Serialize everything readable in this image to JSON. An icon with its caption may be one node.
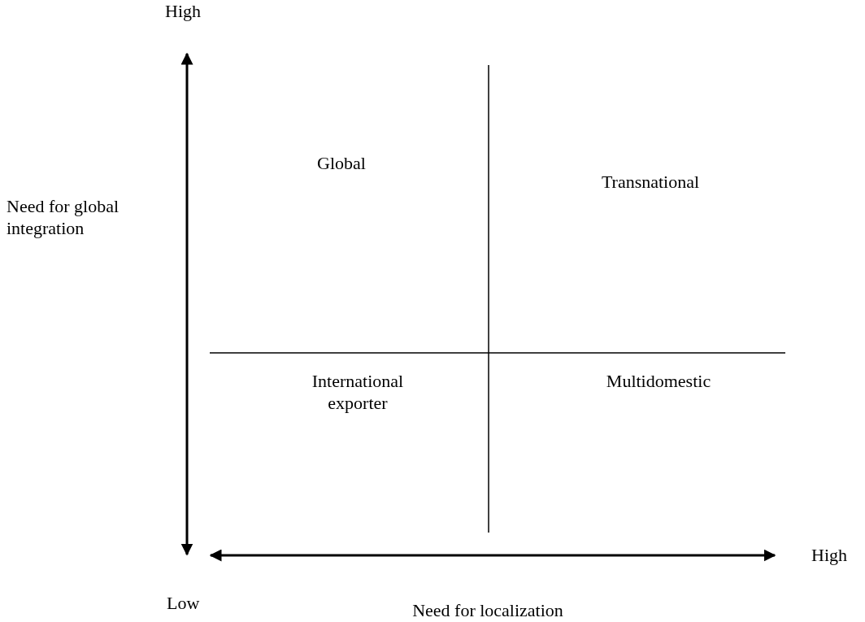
{
  "diagram": {
    "labels": [
      "High",
      "Global",
      "Transnational",
      "Need for global integration",
      "International exporter",
      "Multidomestic",
      "High",
      "Low",
      "Need for localization"
    ]
  }
}
